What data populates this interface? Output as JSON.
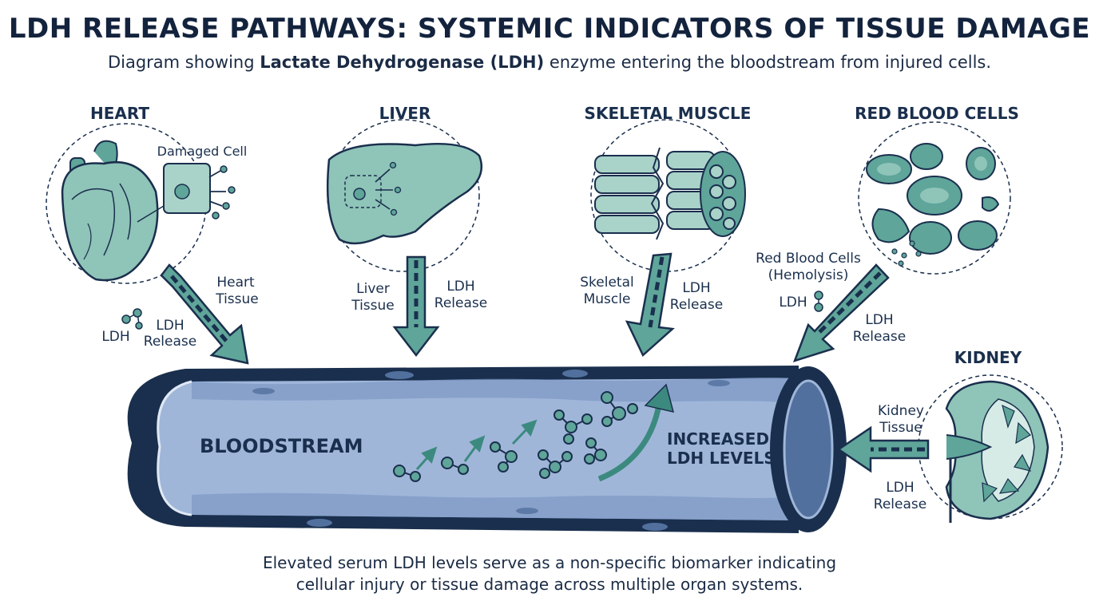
{
  "header": {
    "title": "LDH RELEASE PATHWAYS: SYSTEMIC INDICATORS OF TISSUE DAMAGE",
    "subtitle_pre": "Diagram showing ",
    "subtitle_bold": "Lactate Dehydrogenase (LDH)",
    "subtitle_post": " enzyme entering the bloodstream from injured cells."
  },
  "organs": {
    "heart": {
      "title": "HEART",
      "callout": "Damaged Cell",
      "tissue_l1": "Heart",
      "tissue_l2": "Tissue",
      "ldh": "LDH",
      "release_l1": "LDH",
      "release_l2": "Release"
    },
    "liver": {
      "title": "LIVER",
      "tissue_l1": "Liver",
      "tissue_l2": "Tissue",
      "release_l1": "LDH",
      "release_l2": "Release"
    },
    "muscle": {
      "title": "SKELETAL MUSCLE",
      "tissue_l1": "Skeletal",
      "tissue_l2": "Muscle",
      "release_l1": "LDH",
      "release_l2": "Release"
    },
    "rbc": {
      "title": "RED BLOOD CELLS",
      "tissue_l1": "Red Blood Cells",
      "tissue_l2": "(Hemolysis)",
      "ldh": "LDH",
      "release_l1": "LDH",
      "release_l2": "Release"
    },
    "kidney": {
      "title": "KIDNEY",
      "tissue_l1": "Kidney",
      "tissue_l2": "Tissue",
      "release_l1": "LDH",
      "release_l2": "Release"
    }
  },
  "vessel": {
    "label": "BLOODSTREAM",
    "increase_l1": "INCREASED",
    "increase_l2": "LDH LEVELS"
  },
  "footer": {
    "line1": "Elevated serum LDH levels serve as a non-specific biomarker indicating",
    "line2": "cellular injury or tissue damage across multiple organ systems."
  },
  "colors": {
    "dark": "#1a2f4d",
    "teal": "#5fa59a",
    "teal_light": "#a9d2c9",
    "teal_dark": "#2e7d74",
    "vessel": "#9fb6d9",
    "vessel_dark": "#203a62"
  }
}
